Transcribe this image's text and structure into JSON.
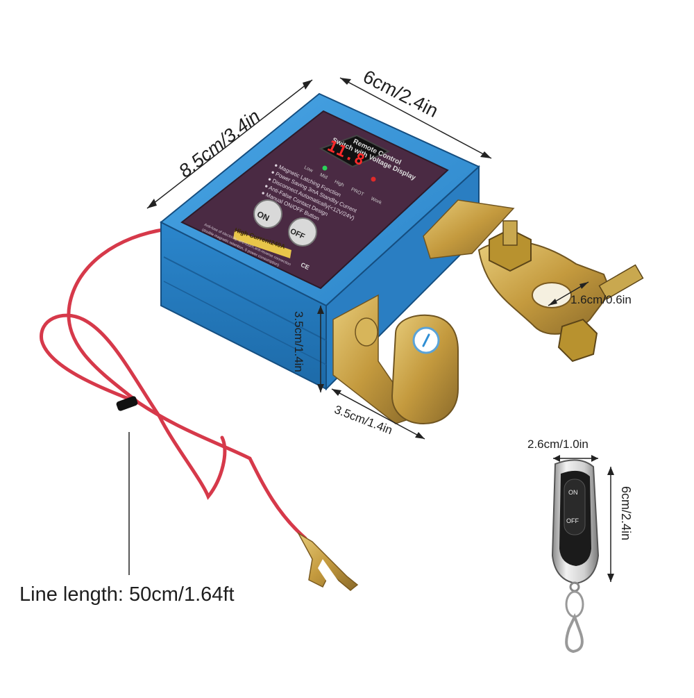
{
  "dimensions": {
    "device_length": "8.5cm/3.4in",
    "device_width": "6cm/2.4in",
    "device_height": "3.5cm/1.4in",
    "terminal_width": "3.5cm/1.4in",
    "clamp_opening": "1.6cm/0.6in",
    "remote_width": "2.6cm/1.0in",
    "remote_height": "6cm/2.4in",
    "line_length": "Line length: 50cm/1.64ft"
  },
  "panel": {
    "title_line1": "Remote Control",
    "title_line2": "Switch with Voltage Display",
    "display_value": "11.8",
    "indicators": [
      "Low",
      "Mid",
      "High",
      "PROT",
      "Work"
    ],
    "features": [
      "● Magnetic Latching Function",
      "● Power Saving 3mA Standby Current",
      "● Disconnect Automatically(<12V/24V)",
      "● Anti-False Contact Design",
      "● Manual ON/OFF Button"
    ],
    "on_label": "ON",
    "off_label": "OFF",
    "current_badge": "High Current240A",
    "ce_mark": "CE",
    "footnote_line1": "Anti-loss of electricity, anti-touch,anti-reverse connection",
    "footnote_line2": "(double magnetic retention, 0 power consumption)"
  },
  "remote": {
    "on_label": "ON",
    "off_label": "OFF"
  },
  "colors": {
    "housing_blue": "#2f8fd4",
    "panel_purple": "#4a2a43",
    "brass": "#c9a24a",
    "wire_red": "#d83a4a",
    "display_red": "#ff2a2a"
  }
}
